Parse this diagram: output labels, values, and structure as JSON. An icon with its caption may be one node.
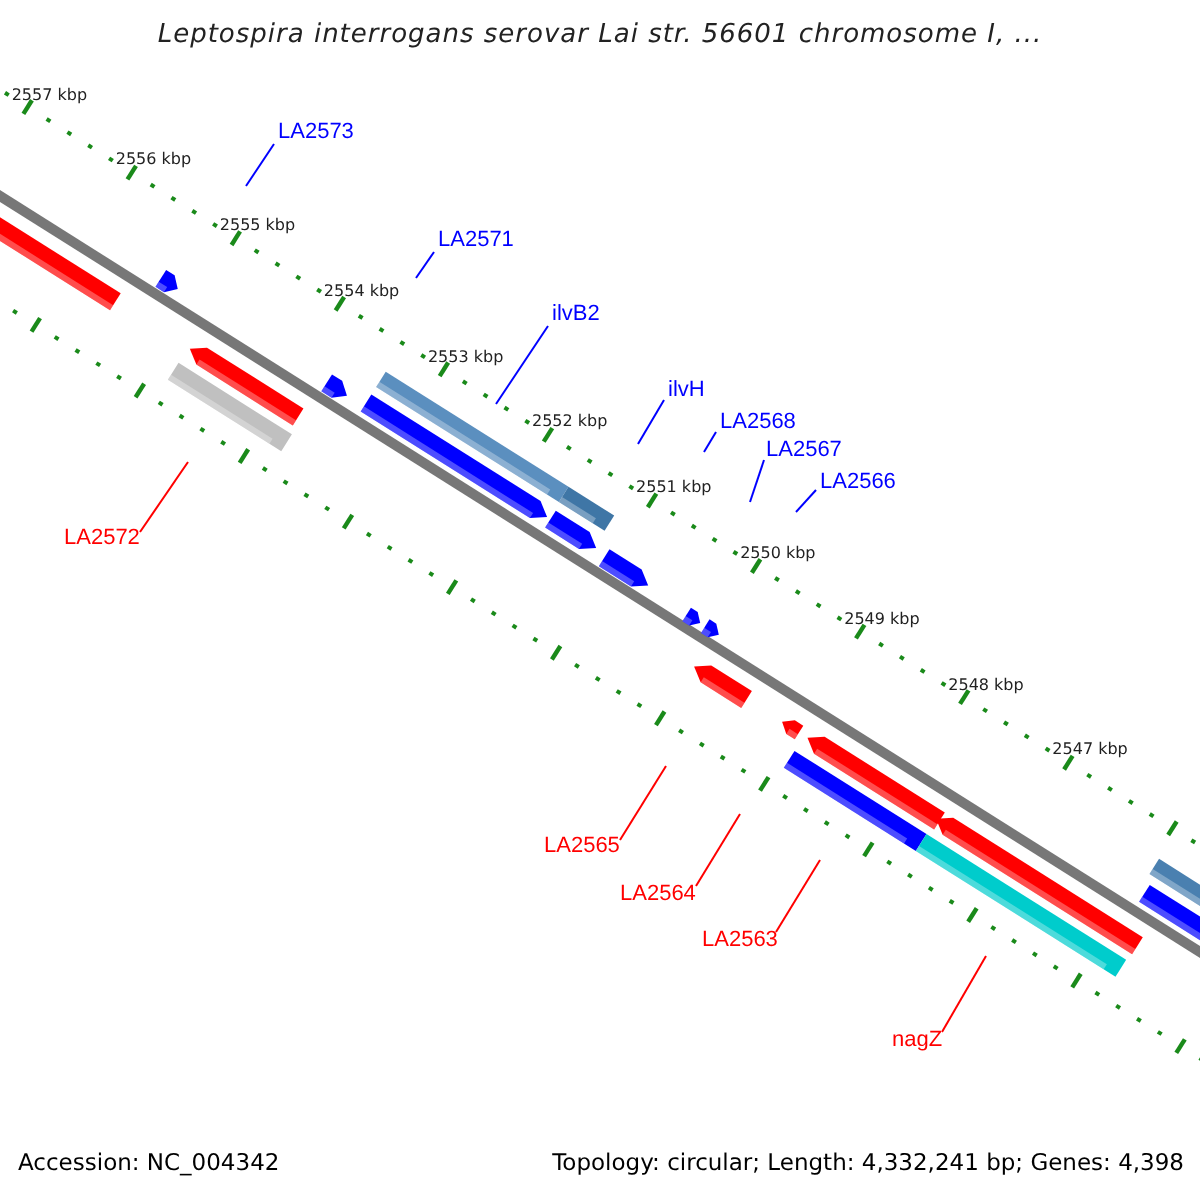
{
  "diagram": {
    "title": "Leptospira interrogans serovar Lai str. 56601 chromosome I, ...",
    "nodes": [
      {
        "text": [
          "LA2573"
        ]
      },
      {
        "text": [
          "LA2571"
        ]
      },
      {
        "text": [
          "ilvB2"
        ]
      },
      {
        "text": [
          "ilvH"
        ]
      },
      {
        "text": [
          "LA2568"
        ]
      },
      {
        "text": [
          "LA2567"
        ]
      },
      {
        "text": [
          "LA2566"
        ]
      },
      {
        "text": [
          "LA2572"
        ]
      },
      {
        "text": [
          "LA2565"
        ]
      },
      {
        "text": [
          "LA2564"
        ]
      },
      {
        "text": [
          "LA2563"
        ]
      },
      {
        "text": [
          "nagZ"
        ]
      }
    ],
    "edges": [
      {
        "from": 0,
        "to": null,
        "arrow": "none"
      },
      {
        "from": 1,
        "to": null,
        "arrow": "none"
      },
      {
        "from": 2,
        "to": null,
        "arrow": "none"
      },
      {
        "from": 3,
        "to": null,
        "arrow": "none"
      },
      {
        "from": 4,
        "to": null,
        "arrow": "none"
      },
      {
        "from": 5,
        "to": null,
        "arrow": "none"
      },
      {
        "from": 6,
        "to": null,
        "arrow": "none"
      },
      {
        "from": 7,
        "to": null,
        "arrow": "none",
        "color": "#ff0000"
      },
      {
        "from": 8,
        "to": null,
        "arrow": "none",
        "color": "#ff0000"
      },
      {
        "from": 9,
        "to": null,
        "arrow": "none",
        "color": "#ff0000"
      },
      {
        "from": 10,
        "to": null,
        "arrow": "none",
        "color": "#ff0000"
      },
      {
        "from": 11,
        "to": null,
        "arrow": "none",
        "color": "#ff0000"
      }
    ],
    "labels": [
      "2557 kbp",
      "2556 kbp",
      "2555 kbp",
      "2554 kbp",
      "2553 kbp",
      "2552 kbp",
      "2551 kbp",
      "2550 kbp",
      "2549 kbp",
      "2548 kbp",
      "2547 kbp",
      "Accession: NC_004342",
      "Topology: circular; Length: 4,332,241 bp; Genes: 4,398"
    ]
  }
}
